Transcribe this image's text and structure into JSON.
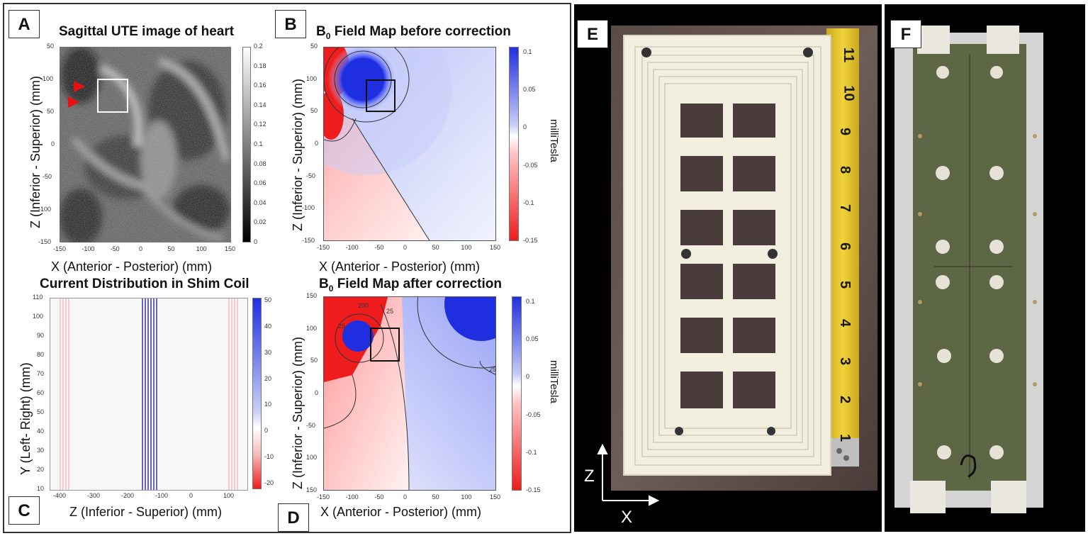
{
  "panels": {
    "A": {
      "label": "A",
      "title": "Sagittal UTE image of heart",
      "xlabel": "X (Anterior - Posterior) (mm)",
      "ylabel": "Z (Inferior - Superior)  (mm)",
      "xticks": [
        "-150",
        "-100",
        "-50",
        "0",
        "50",
        "100",
        "150"
      ],
      "yticks": [
        "50",
        "100",
        "50",
        "0",
        "-50",
        "-100",
        "-150"
      ],
      "cbticks": [
        "0.2",
        "0.18",
        "0.16",
        "0.14",
        "0.12",
        "0.1",
        "0.08",
        "0.06",
        "0.04",
        "0.02",
        "0"
      ]
    },
    "B": {
      "label": "B",
      "title_prefix": "B",
      "title_sub": "0",
      "title_suffix": " Field Map before correction",
      "xlabel": "X (Anterior - Posterior) (mm)",
      "ylabel": "Z (Inferior - Superior)  (mm)",
      "unit": "milliTesla",
      "xticks": [
        "-150",
        "-100",
        "-50",
        "0",
        "50",
        "100",
        "150"
      ],
      "yticks": [
        "50",
        "100",
        "50",
        "0",
        "-50",
        "-100",
        "-150"
      ],
      "cbticks": [
        "0.1",
        "0.05",
        "0",
        "-0.05",
        "-0.1",
        "-0.15"
      ]
    },
    "C": {
      "label": "C",
      "title": "Current Distribution in Shim Coil",
      "xlabel": "Z (Inferior - Superior)  (mm)",
      "ylabel": "Y (Left- Right) (mm)",
      "xticks": [
        "-400",
        "-300",
        "-200",
        "-100",
        "0",
        "100"
      ],
      "yticks": [
        "110",
        "100",
        "90",
        "80",
        "70",
        "60",
        "50",
        "40",
        "30",
        "20",
        "10"
      ],
      "cbticks": [
        "50",
        "40",
        "30",
        "20",
        "10",
        "0",
        "-10",
        "-20"
      ]
    },
    "D": {
      "label": "D",
      "title_prefix": "B",
      "title_sub": "0",
      "title_suffix": " Field Map after correction",
      "xlabel": "X (Anterior - Posterior) (mm)",
      "ylabel": "Z (Inferior - Superior)  (mm)",
      "unit": "milliTesla",
      "xticks": [
        "-150",
        "-100",
        "-50",
        "0",
        "50",
        "100",
        "150"
      ],
      "yticks": [
        "150",
        "100",
        "50",
        "0",
        "-50",
        "100",
        "150"
      ],
      "cbticks": [
        "0.1",
        "0.05",
        "0",
        "-0.05",
        "-0.1",
        "-0.15"
      ],
      "contours": [
        "25",
        "25",
        "25",
        "200"
      ]
    },
    "E": {
      "label": "E",
      "axis_z": "Z",
      "axis_x": "X",
      "ruler_numbers": [
        "11",
        "10",
        "9",
        "8",
        "7",
        "6",
        "5",
        "4",
        "3",
        "2",
        "1"
      ]
    },
    "F": {
      "label": "F"
    }
  },
  "colors": {
    "positive": "#1f2fe0",
    "negative": "#ee1c1c",
    "marker": "#e81010"
  }
}
